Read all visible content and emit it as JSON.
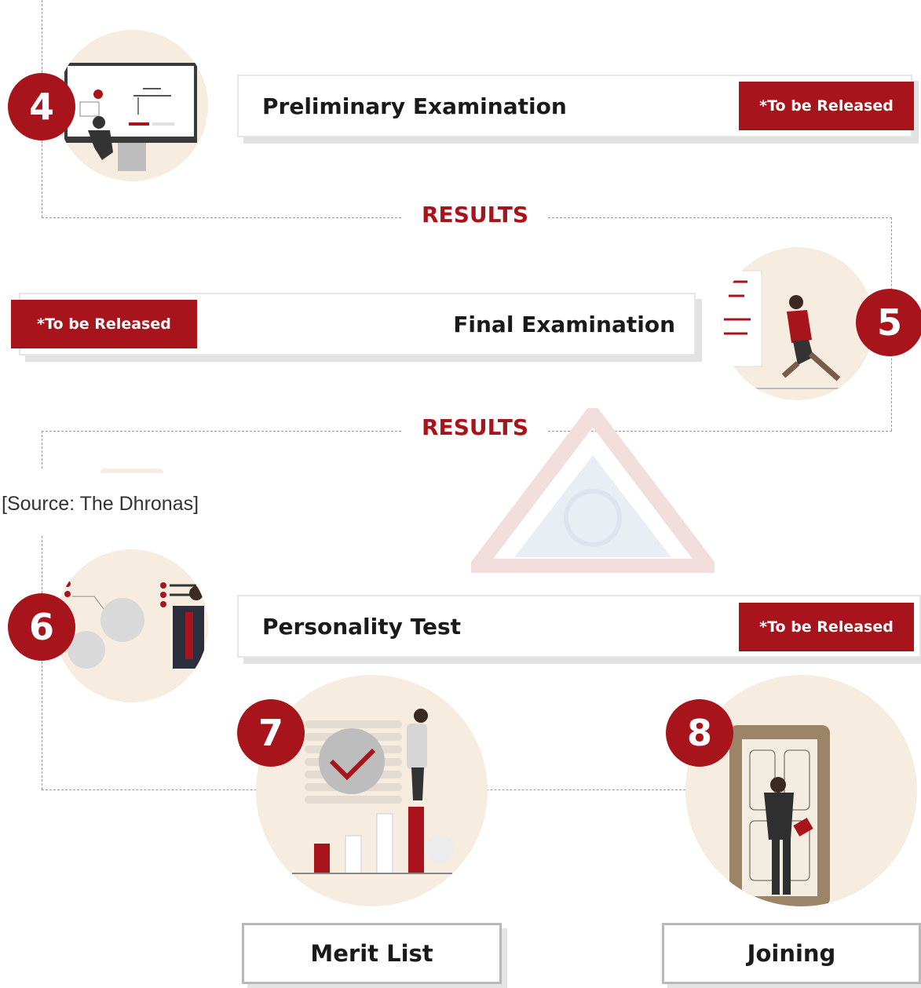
{
  "steps": [
    {
      "number": "4",
      "title": "Preliminary Examination",
      "status": "*To be Released"
    },
    {
      "number": "5",
      "title": "Final Examination",
      "status": "*To be Released"
    },
    {
      "number": "6",
      "title": "Personality Test",
      "status": "*To be Released"
    },
    {
      "number": "7",
      "title": "Merit List"
    },
    {
      "number": "8",
      "title": "Joining"
    }
  ],
  "results_label_1": "RESULTS",
  "results_label_2": "RESULTS",
  "source": "[Source: The Dhronas]",
  "colors": {
    "accent": "#a8141b",
    "circle": "#f6ece0",
    "dash": "#9a9a9a"
  }
}
